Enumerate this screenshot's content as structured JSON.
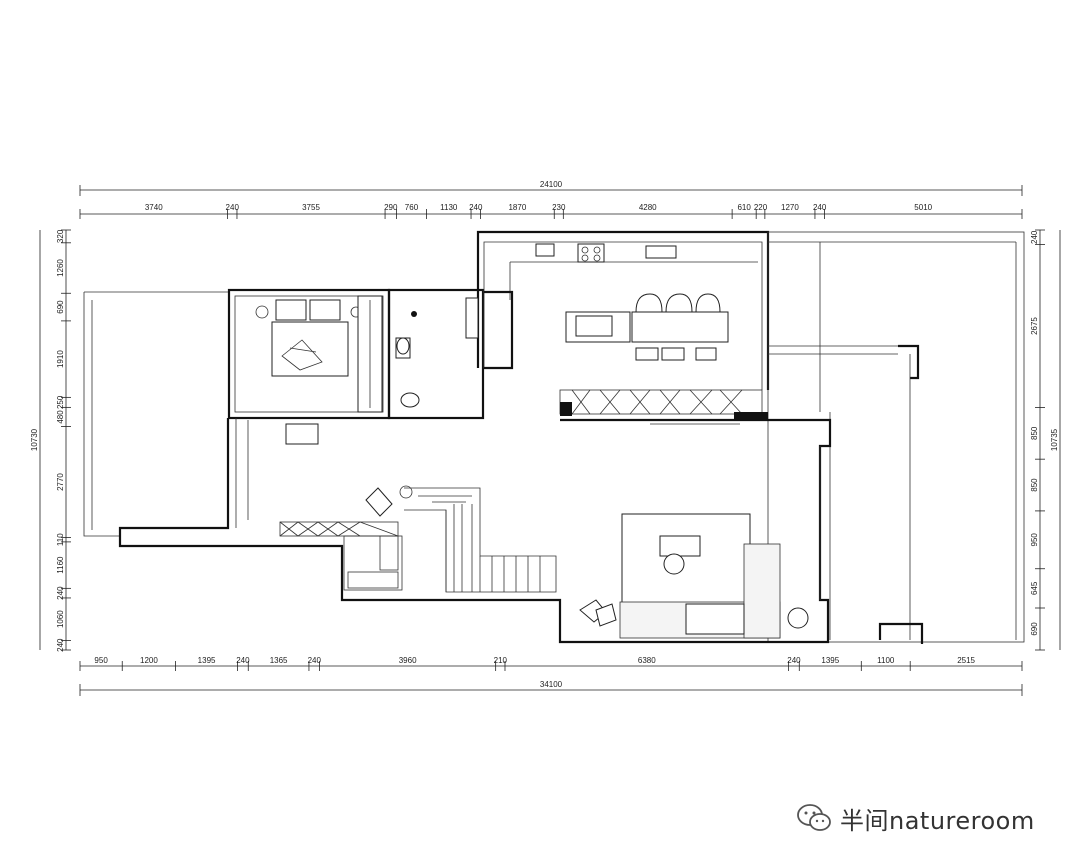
{
  "dimensions": {
    "top_total": "24100",
    "bottom_total": "34100",
    "top_segments": [
      "3740",
      "240",
      "3755",
      "290",
      "760",
      "1130",
      "240",
      "1870",
      "230",
      "4280",
      "610",
      "220",
      "1270",
      "240",
      "5010"
    ],
    "bottom_segments": [
      "950",
      "1200",
      "1395",
      "240",
      "1365",
      "240",
      "3960",
      "210",
      "6380",
      "240",
      "1395",
      "1100",
      "2515"
    ],
    "left_total": "10730",
    "left_segments": [
      "320",
      "1260",
      "690",
      "1910",
      "250",
      "480",
      "2770",
      "110",
      "1160",
      "240",
      "1060",
      "240"
    ],
    "right_total": "10735",
    "right_segments": [
      "240",
      "2675",
      "850",
      "850",
      "950",
      "645",
      "690"
    ]
  },
  "watermark": {
    "text": "半间natureroom",
    "icon": "wechat-icon"
  }
}
